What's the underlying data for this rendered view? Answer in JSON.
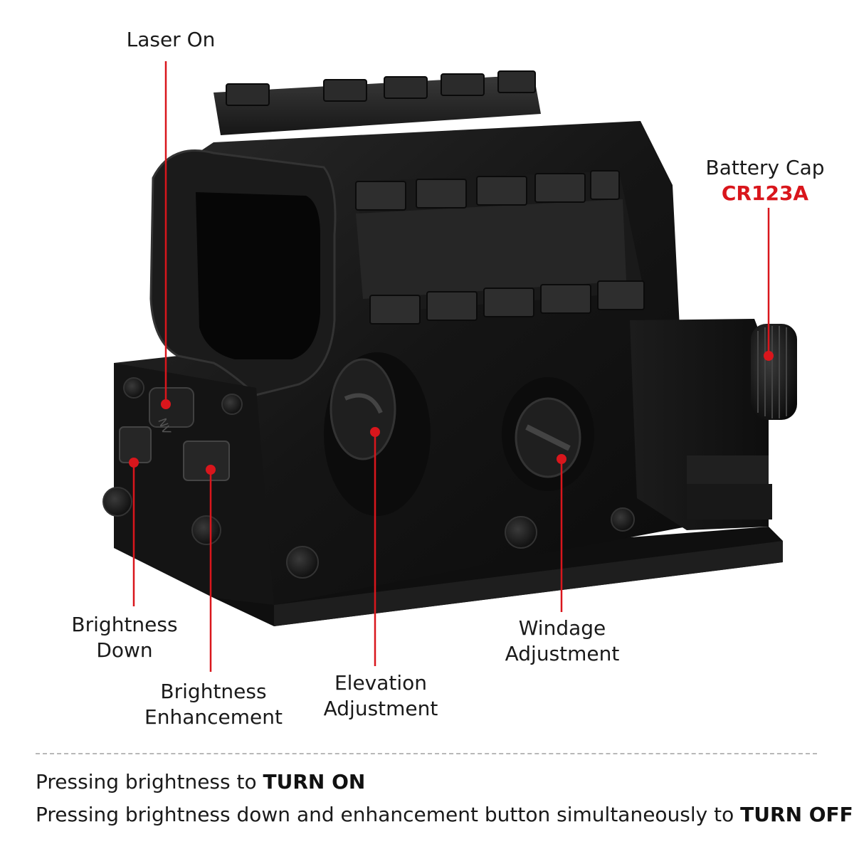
{
  "labels": {
    "laser_on": "Laser On",
    "battery_cap": "Battery Cap",
    "battery_type": "CR123A",
    "brightness_down": [
      "Brightness",
      "Down"
    ],
    "brightness_enhancement": [
      "Brightness",
      "Enhancement"
    ],
    "elevation_adjustment": [
      "Elevation",
      "Adjustment"
    ],
    "windage_adjustment": [
      "Windage",
      "Adjustment"
    ],
    "sight_button_mark": "NV"
  },
  "notes": {
    "turn_on_prefix": "Pressing brightness to ",
    "turn_on_bold": "TURN ON",
    "turn_off_prefix": "Pressing brightness down and enhancement button simultaneously to ",
    "turn_off_bold": "TURN OFF"
  },
  "colors": {
    "accent": "#d9161c",
    "text": "#1a1a1a",
    "body": "#121212",
    "divider": "#b8b8b8"
  }
}
